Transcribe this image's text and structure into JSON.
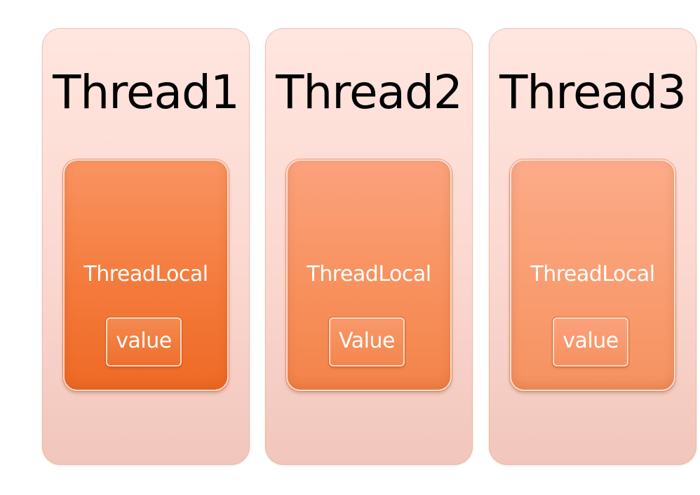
{
  "threads": [
    {
      "title": "Thread1",
      "container_label": "ThreadLocal",
      "value_label": "value"
    },
    {
      "title": "Thread2",
      "container_label": "ThreadLocal",
      "value_label": "Value"
    },
    {
      "title": "Thread3",
      "container_label": "ThreadLocal",
      "value_label": "value"
    }
  ],
  "colors": {
    "card_background": "#fbd8cf",
    "threadlocal_fill": "#f47a3c",
    "title_text": "#000000",
    "inner_text": "#ffffff"
  }
}
